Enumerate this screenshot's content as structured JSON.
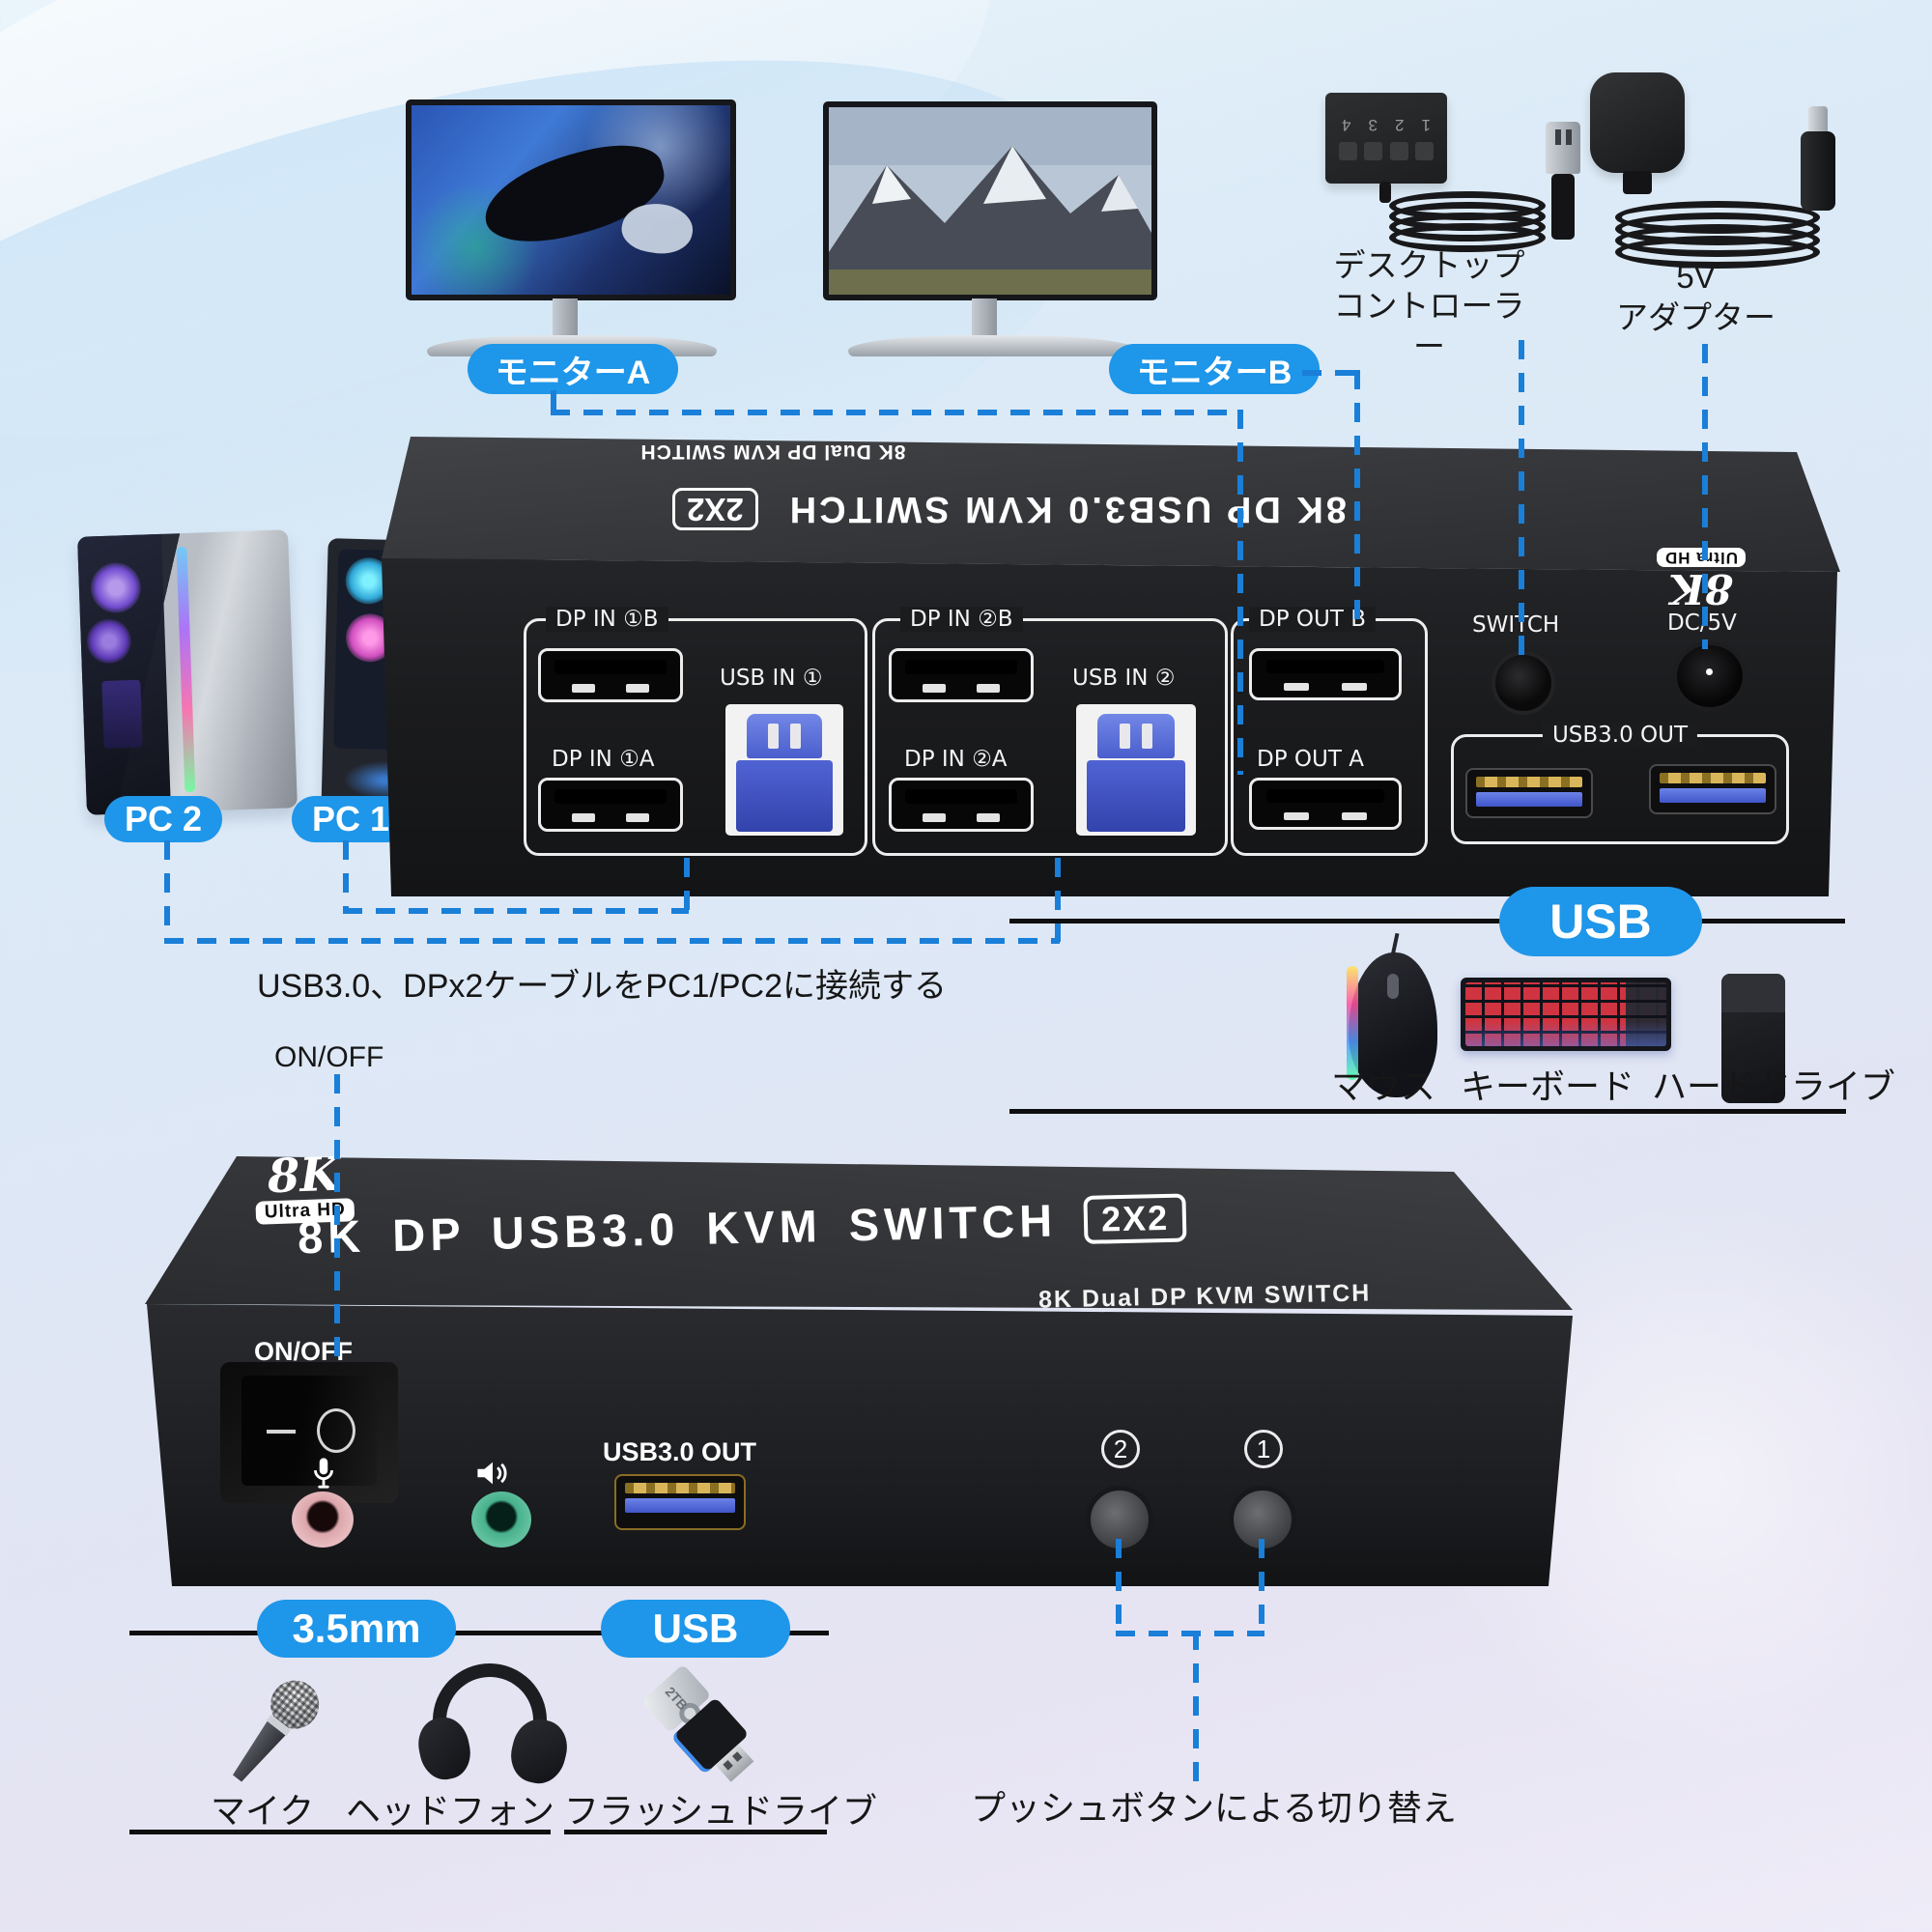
{
  "colors": {
    "accent_blue": "#1e96e9",
    "dash_blue": "#1a7fd8",
    "device_black": "#1b1c1e"
  },
  "monitors": {
    "a_label": "モニターA",
    "b_label": "モニターB"
  },
  "controller": {
    "label_line1": "デスクトップ",
    "label_line2": "コントローラー",
    "buttons": [
      "1",
      "2",
      "3",
      "4"
    ]
  },
  "adapter": {
    "label_line1": "5V",
    "label_line2": "アダプター"
  },
  "pcs": {
    "pc2_label": "PC 2",
    "pc1_label": "PC 1"
  },
  "rear_device": {
    "edge_text": "8K Dual DP KVM SWITCH",
    "title": "8K DP USB3.0 KVM SWITCH",
    "badge": "2X2",
    "logo_8k": "8K",
    "logo_uhd": "Ultra HD",
    "group1": {
      "dp_b": "DP IN ①B",
      "usb": "USB IN ①",
      "dp_a": "DP IN ①A"
    },
    "group2": {
      "dp_b": "DP IN ②B",
      "usb": "USB IN ②",
      "dp_a": "DP IN ②A"
    },
    "group_out": {
      "dp_b": "DP OUT B",
      "dp_a": "DP OUT A"
    },
    "switch_label": "SWITCH",
    "dc_label": "DC/5V",
    "usb_out_label": "USB3.0 OUT"
  },
  "notes": {
    "cable_note": "USB3.0、DPx2ケーブルをPC1/PC2に接続する",
    "onoff_note": "ON/OFF",
    "pushbutton_note": "プッシュボタンによる切り替え"
  },
  "usb_section": {
    "badge": "USB",
    "mouse_label": "マウス",
    "keyboard_label": "キーボード",
    "harddrive_label": "ハードドライブ"
  },
  "front_device": {
    "logo_8k": "8K",
    "logo_uhd": "Ultra HD",
    "title": "8K DP USB3.0 KVM SWITCH",
    "badge": "2X2",
    "edge_text": "8K Dual DP KVM SWITCH",
    "onoff_label": "ON/OFF",
    "usb_out_label": "USB3.0 OUT",
    "button2_label": "2",
    "button1_label": "1"
  },
  "bottom_section": {
    "badge_35mm": "3.5mm",
    "badge_usb": "USB",
    "mic_label": "マイク",
    "headphone_label": "ヘッドフォン",
    "flashdrive_label": "フラッシュドライブ",
    "flash_capacity": "2TB"
  }
}
